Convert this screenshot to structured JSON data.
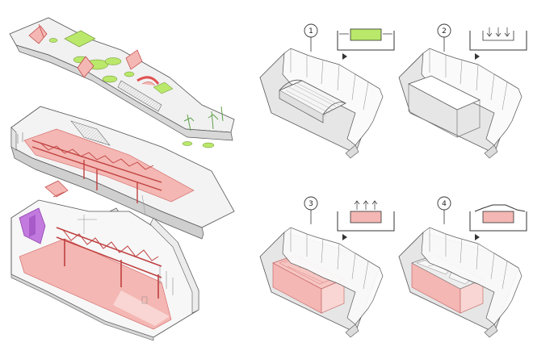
{
  "steps": [
    {
      "number": "1"
    },
    {
      "number": "2"
    },
    {
      "number": "3"
    },
    {
      "number": "4"
    }
  ],
  "colors": {
    "line": "#4a4a4a",
    "light_line": "#9a9a9a",
    "ground": "#dcdcdc",
    "pink": "#f4b7b3",
    "pink_light": "#f9d6d3",
    "red": "#e05252",
    "green": "#b9e86a",
    "purple": "#b24fd0",
    "white": "#ffffff"
  }
}
